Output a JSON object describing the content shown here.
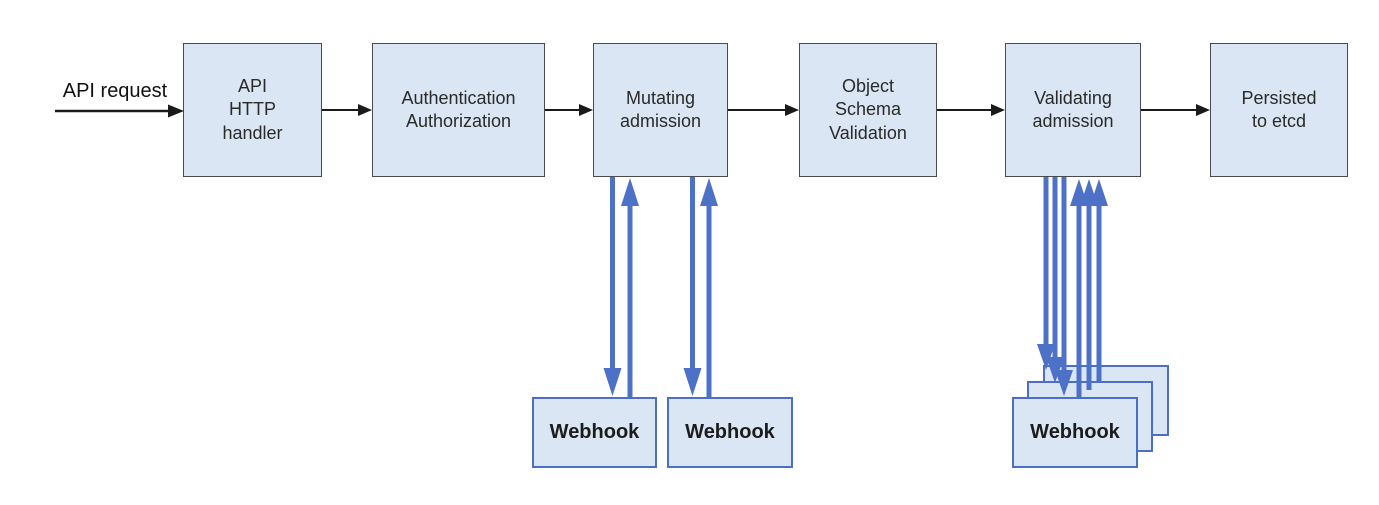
{
  "diagram": {
    "description": "Kubernetes API request admission flow with mutating and validating admission webhooks",
    "input_label": "API request",
    "stages": [
      {
        "id": "api-http-handler",
        "label": "API\nHTTP\nhandler"
      },
      {
        "id": "authentication-authorization",
        "label": "Authentication\nAuthorization"
      },
      {
        "id": "mutating-admission",
        "label": "Mutating\nadmission"
      },
      {
        "id": "object-schema-validation",
        "label": "Object\nSchema\nValidation"
      },
      {
        "id": "validating-admission",
        "label": "Validating\nadmission"
      },
      {
        "id": "persisted-to-etcd",
        "label": "Persisted\nto etcd"
      }
    ],
    "webhooks": {
      "mutating": [
        {
          "label": "Webhook"
        },
        {
          "label": "Webhook"
        }
      ],
      "validating": {
        "label": "Webhook",
        "stacked_count": 3
      }
    },
    "colors": {
      "box_fill": "#dae6f3",
      "stage_border": "#4a4a4a",
      "webhook_border": "#4a6fc4",
      "arrow_blue": "#4e71c8",
      "arrow_black": "#1a1a1a"
    }
  }
}
